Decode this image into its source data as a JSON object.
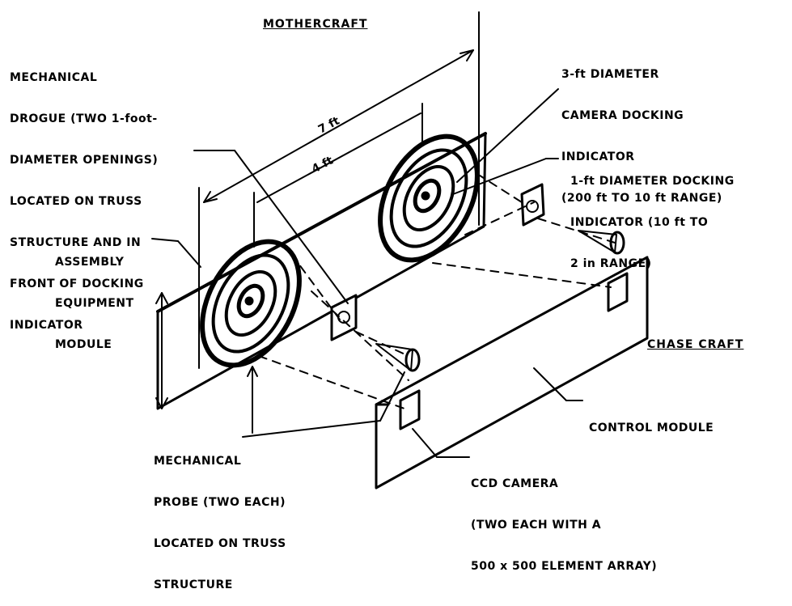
{
  "titles": {
    "mothercraft": "MOTHERCRAFT",
    "chase_craft": "CHASE CRAFT"
  },
  "dimensions": {
    "outer": "7 ft",
    "inner": "4 ft"
  },
  "labels": {
    "drogue": [
      "MECHANICAL",
      "DROGUE (TWO 1-foot-",
      "DIAMETER OPENINGS)",
      "LOCATED ON TRUSS",
      "STRUCTURE AND IN",
      "FRONT OF DOCKING",
      "INDICATOR"
    ],
    "camera_indicator": [
      "3-ft DIAMETER",
      "CAMERA DOCKING",
      "INDICATOR",
      "(200 ft TO 10 ft RANGE)"
    ],
    "docking_indicator": [
      "1-ft DIAMETER DOCKING",
      "INDICATOR (10 ft TO",
      "2 in RANGE)"
    ],
    "assembly_module": [
      "ASSEMBLY",
      "EQUIPMENT",
      "MODULE"
    ],
    "probe": [
      "MECHANICAL",
      "PROBE (TWO EACH)",
      "LOCATED ON TRUSS",
      "STRUCTURE"
    ],
    "ccd_camera": [
      "CCD CAMERA",
      "(TWO EACH WITH A",
      "500 x 500 ELEMENT ARRAY)"
    ],
    "control_module": [
      "CONTROL MODULE"
    ]
  }
}
